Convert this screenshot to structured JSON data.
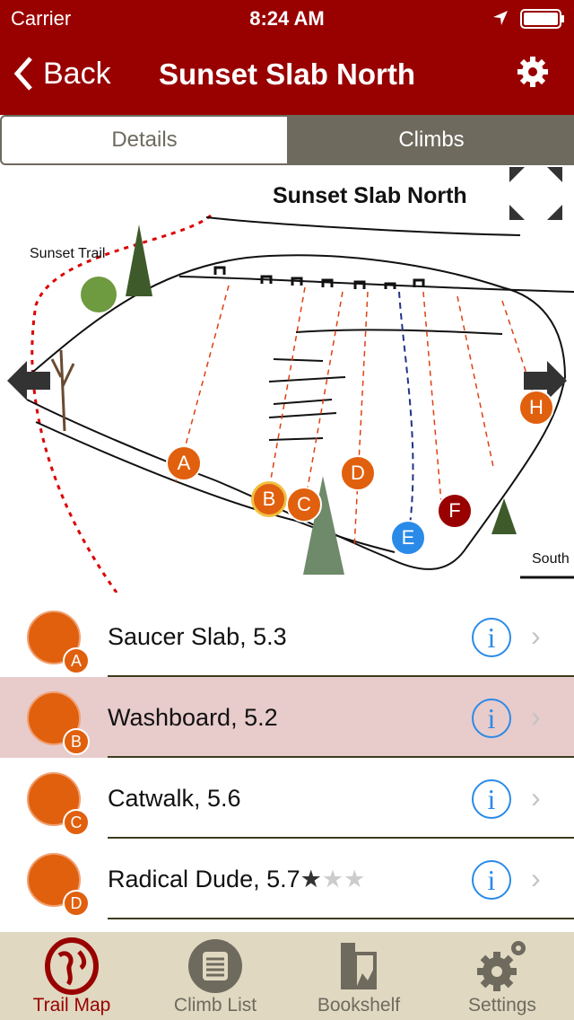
{
  "status": {
    "carrier": "Carrier",
    "time": "8:24 AM"
  },
  "nav": {
    "back_label": "Back",
    "title": "Sunset Slab North"
  },
  "segments": {
    "details": "Details",
    "climbs": "Climbs"
  },
  "map": {
    "title": "Sunset Slab North",
    "trail_label": "Sunset Trail",
    "direction_label": "South",
    "markers": [
      {
        "label": "A",
        "color": "#e0600e"
      },
      {
        "label": "B",
        "color": "#e0600e"
      },
      {
        "label": "C",
        "color": "#e0600e"
      },
      {
        "label": "D",
        "color": "#e0600e"
      },
      {
        "label": "E",
        "color": "#2a8ae8"
      },
      {
        "label": "F",
        "color": "#990000"
      },
      {
        "label": "H",
        "color": "#e0600e"
      }
    ]
  },
  "climbs": [
    {
      "name": "Saucer Slab, 5.3",
      "badge": "A",
      "stars": ""
    },
    {
      "name": "Washboard, 5.2",
      "badge": "B",
      "stars": "",
      "selected": true
    },
    {
      "name": "Catwalk, 5.6",
      "badge": "C",
      "stars": ""
    },
    {
      "name": "Radical Dude, 5.7",
      "badge": "D",
      "stars_filled": "★",
      "stars_empty": "★★",
      "rating": 1,
      "rating_max": 3
    }
  ],
  "info_glyph": "i",
  "chevron_glyph": "›",
  "tabs": [
    {
      "label": "Trail Map"
    },
    {
      "label": "Climb List"
    },
    {
      "label": "Bookshelf"
    },
    {
      "label": "Settings"
    }
  ]
}
